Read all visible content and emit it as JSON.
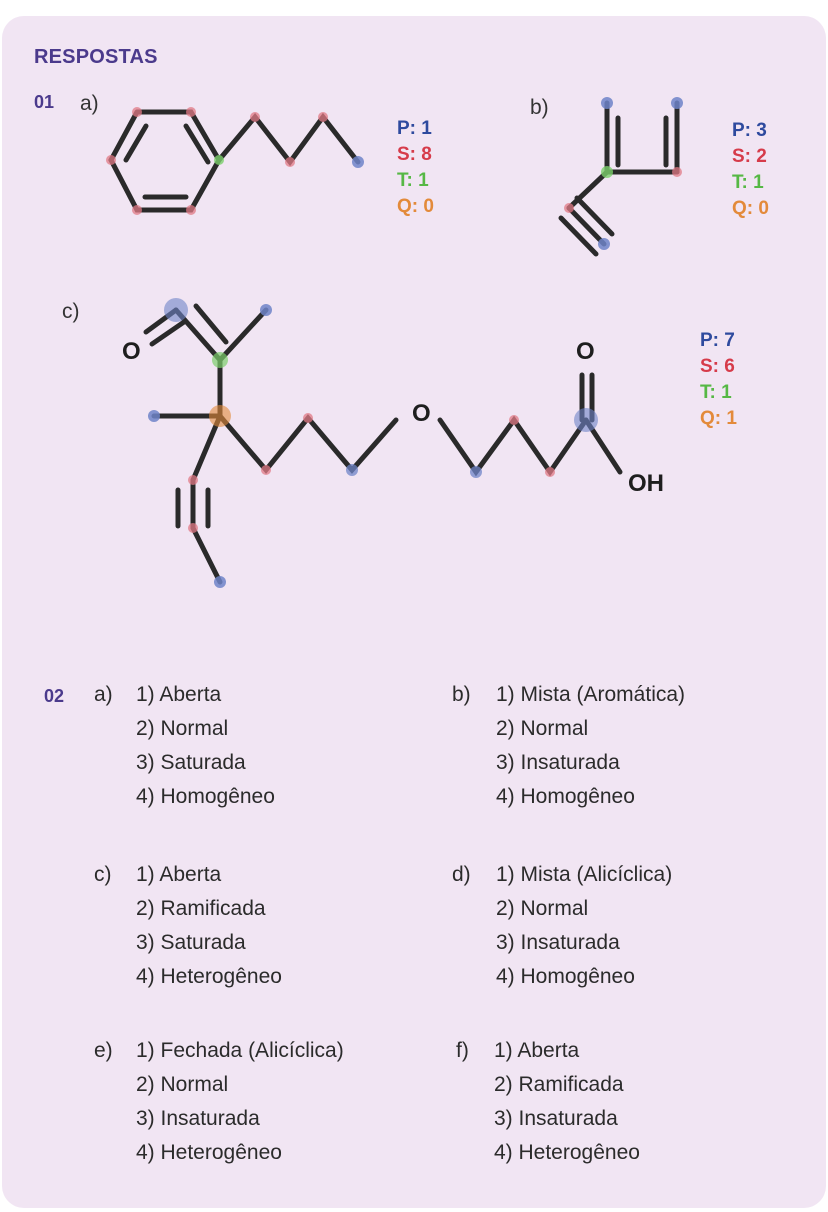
{
  "title": "RESPOSTAS",
  "q1": {
    "number": "01",
    "parts": [
      {
        "label": "a)",
        "counts": {
          "P": "P: 1",
          "S": "S: 8",
          "T": "T: 1",
          "Q": "Q: 0"
        }
      },
      {
        "label": "b)",
        "counts": {
          "P": "P: 3",
          "S": "S: 2",
          "T": "T: 1",
          "Q": "Q: 0"
        }
      },
      {
        "label": "c)",
        "counts": {
          "P": "P: 7",
          "S": "S: 6",
          "T": "T: 1",
          "Q": "Q: 1"
        },
        "atoms": {
          "o_left": "O",
          "o_ether": "O",
          "o_carbonyl": "O",
          "oh": "OH"
        }
      }
    ]
  },
  "q2": {
    "number": "02",
    "answers": [
      {
        "letter": "a)",
        "items": [
          "1) Aberta",
          "2) Normal",
          "3) Saturada",
          "4) Homogêneo"
        ]
      },
      {
        "letter": "b)",
        "items": [
          "1) Mista (Aromática)",
          "2) Normal",
          "3) Insaturada",
          "4) Homogêneo"
        ]
      },
      {
        "letter": "c)",
        "items": [
          "1) Aberta",
          "2) Ramificada",
          "3) Saturada",
          "4) Heterogêneo"
        ]
      },
      {
        "letter": "d)",
        "items": [
          "1) Mista (Alicíclica)",
          "2) Normal",
          "3) Insaturada",
          "4) Homogêneo"
        ]
      },
      {
        "letter": "e)",
        "items": [
          "1) Fechada (Alicíclica)",
          "2) Normal",
          "3) Insaturada",
          "4) Heterogêneo"
        ]
      },
      {
        "letter": "f)",
        "items": [
          "1) Aberta",
          "2) Ramificada",
          "3) Insaturada",
          "4) Heterogêneo"
        ]
      }
    ]
  },
  "colors": {
    "primary": "#2e4a9e",
    "secondary": "#d63b4a",
    "tertiary": "#56b845",
    "quaternary": "#e38a3a",
    "heading": "#4b3a8c",
    "background": "#f1e5f3"
  }
}
